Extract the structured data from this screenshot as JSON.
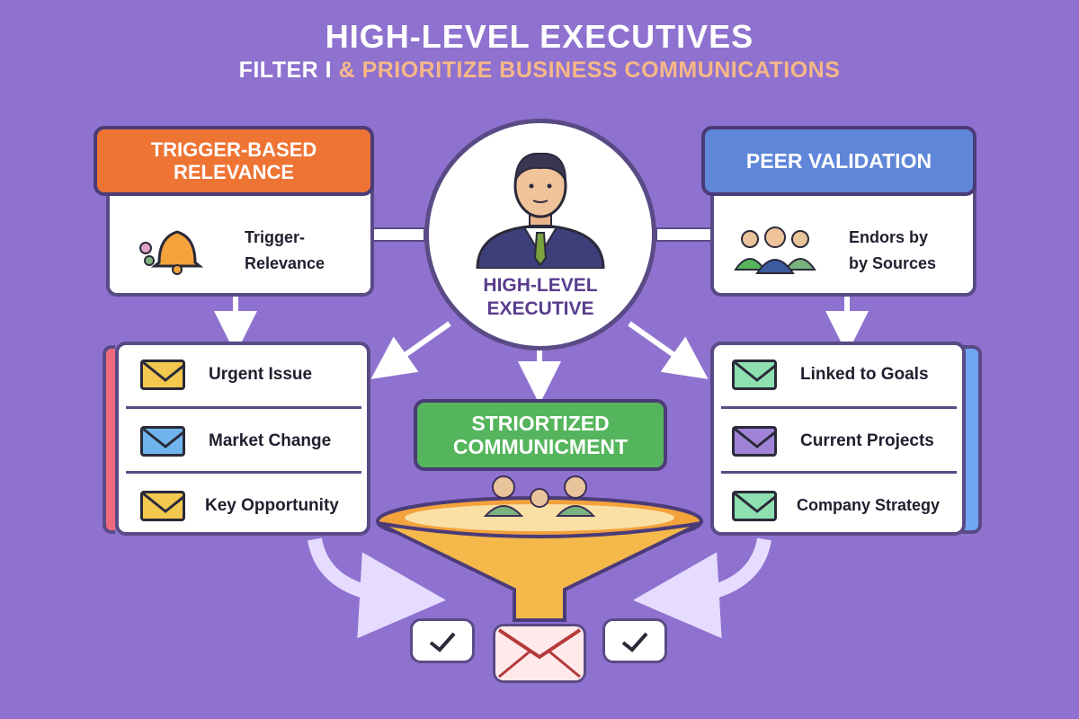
{
  "title": "HIGH-LEVEL EXECUTIVES",
  "subtitle_prefix": "FILTER I",
  "subtitle_rest": "& PRIORITIZE BUSINESS COMMUNICATIONS",
  "center": {
    "label": "HIGH-LEVEL EXECUTIVE"
  },
  "left_panel": {
    "header": "TRIGGER-BASED RELEVANCE",
    "text": "Trigger-Relevance",
    "items": [
      "Urgent Issue",
      "Market Change",
      "Key Opportunity"
    ]
  },
  "right_panel": {
    "header": "PEER VALIDATION",
    "text_line1": "Endors by",
    "text_line2": "by Sources",
    "items": [
      "Linked to Goals",
      "Current Projects",
      "Company Strategy"
    ]
  },
  "funnel": {
    "label": "STRIORTIZED COMMUNICMENT"
  },
  "colors": {
    "background": "#8f72cf",
    "trigger_orange": "#ee7434",
    "peer_blue": "#5f86d8",
    "prioritized_green": "#55b55c",
    "funnel_orange": "#f5b84a",
    "env_yellow": "#f2c84e",
    "env_blue": "#6fb4ec",
    "env_green": "#8fe0b0",
    "env_purple": "#a083d6"
  }
}
